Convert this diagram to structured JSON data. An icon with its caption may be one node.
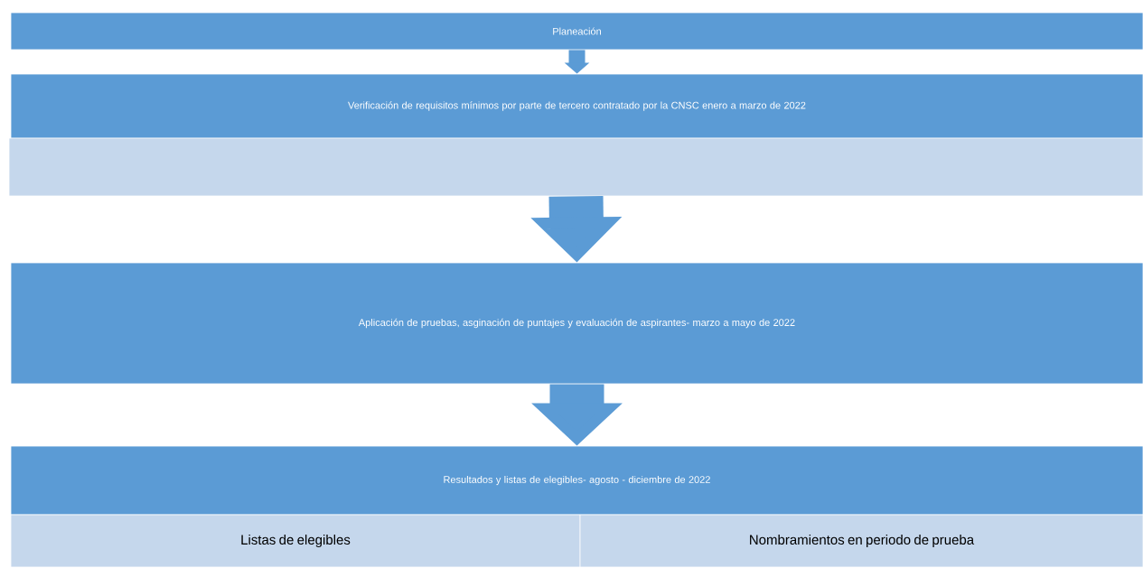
{
  "diagram": {
    "nodes": [
      {
        "text": [
          "Planeación"
        ]
      },
      {
        "text": [
          "Verificación de requisitos mínimos por parte de tercero contratado por la CNSC enero a marzo de 2022"
        ]
      },
      {
        "text": [],
        "shape": "box"
      },
      {
        "text": [
          "Aplicación de pruebas, asginación de puntajes y evaluación de aspirantes- marzo a mayo de 2022"
        ]
      },
      {
        "text": [
          "Resultados y listas de elegibles- agosto - diciembre de 2022"
        ]
      },
      {
        "text": [
          "Listas de elegibles"
        ]
      },
      {
        "text": [
          "Nombramientos en periodo de prueba"
        ]
      }
    ],
    "edges": [
      {
        "from": 0,
        "to": 1,
        "arrow": "to"
      },
      {
        "from": 2,
        "to": 3,
        "arrow": "to"
      },
      {
        "from": 3,
        "to": 4,
        "arrow": "to"
      }
    ]
  }
}
